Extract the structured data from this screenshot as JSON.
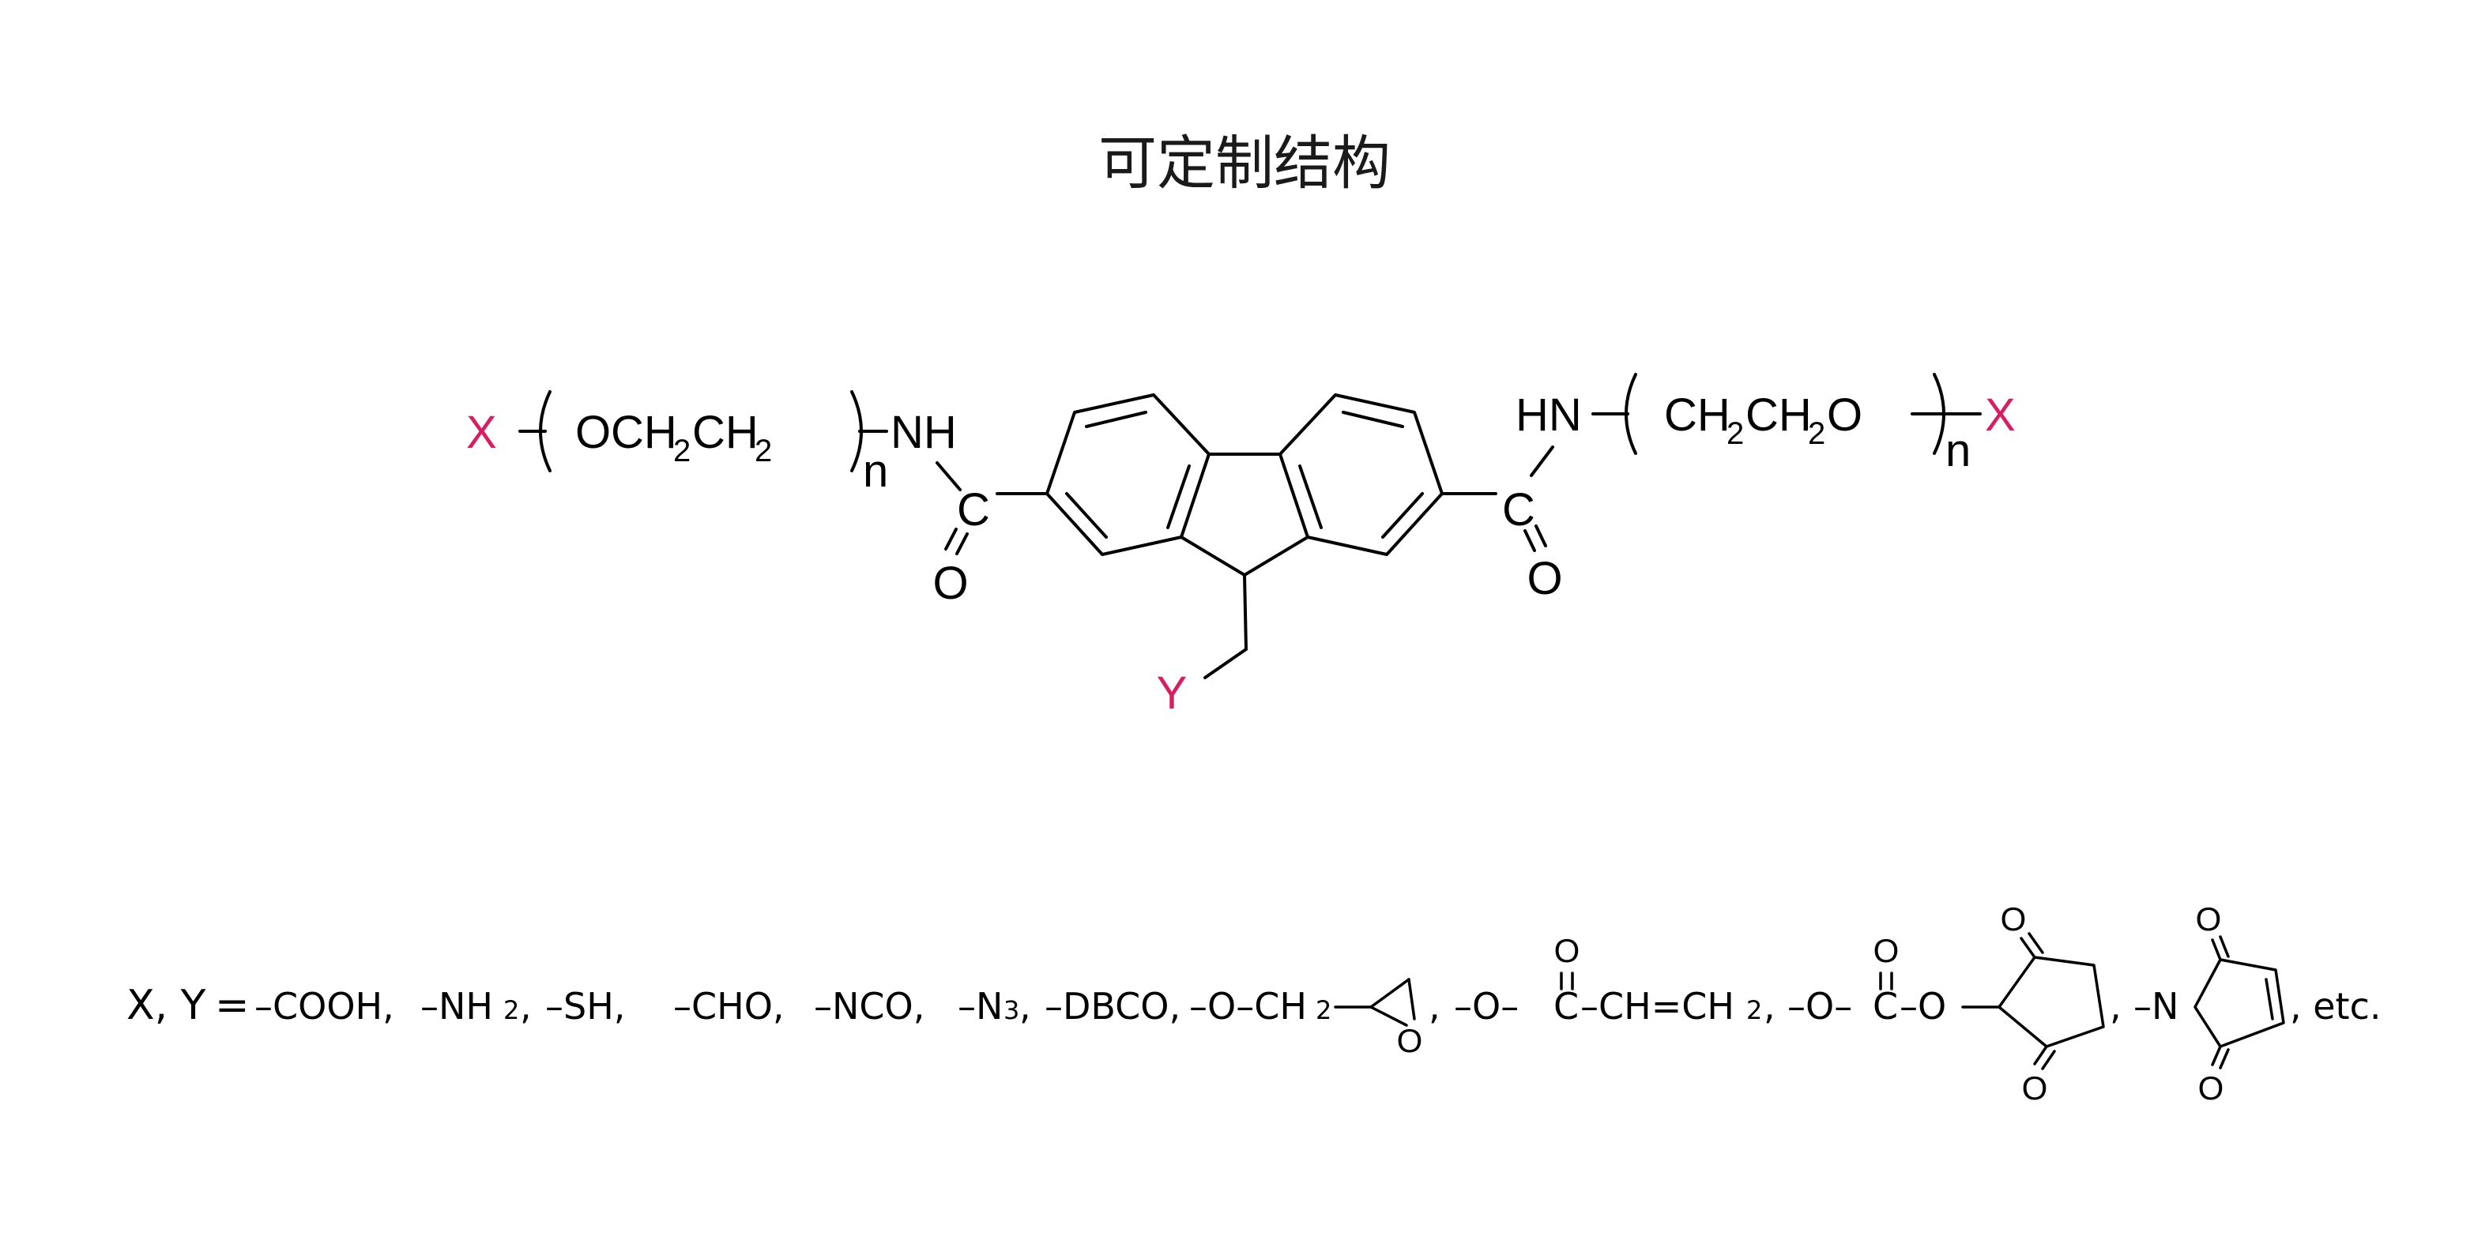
{
  "title": "可定制结构",
  "colors": {
    "accent": "#d81e63",
    "ink": "#000000",
    "background": "#ffffff"
  },
  "structure": {
    "x_label": "X",
    "y_label": "Y",
    "left_chain": {
      "o": "O",
      "ch": "CH",
      "two": "2",
      "ch2": "CH",
      "two2": "2",
      "n": "n",
      "nh": "NH"
    },
    "left_carbonyl": {
      "c": "C",
      "o": "O"
    },
    "right_chain": {
      "hn": "HN",
      "ch": "CH",
      "two": "2",
      "ch2": "CH",
      "two2": "2",
      "o": "O",
      "n": "n"
    },
    "right_carbonyl": {
      "c": "C",
      "o": "O"
    }
  },
  "legend": {
    "prefix": "X, Y",
    "equals": "=",
    "cooh": "–COOH,",
    "nh2": "–NH",
    "nh2_sub": "2",
    "comma": ",",
    "sh": "–SH,",
    "cho": "–CHO,",
    "nco": "–NCO,",
    "n3": "–N",
    "n3_sub": "3",
    "dbco": "–DBCO,",
    "epoxy_o": "–O–CH",
    "epoxy_sub": "2",
    "epoxy_ring_o": "O",
    "acr_o": "–O–",
    "acr_c": "C",
    "acr_rest": "–CH=CH",
    "acr_sub": "2",
    "acr_carbonyl_o": "O",
    "carb_o": "–O–",
    "carb_c": "C",
    "carb_o2": "–O",
    "carb_carbonyl_o": "O",
    "nhs_o_top": "O",
    "nhs_o_bot": "O",
    "mal_n": "–N",
    "mal_o_top": "O",
    "mal_o_bot": "O",
    "etc": ", etc."
  }
}
